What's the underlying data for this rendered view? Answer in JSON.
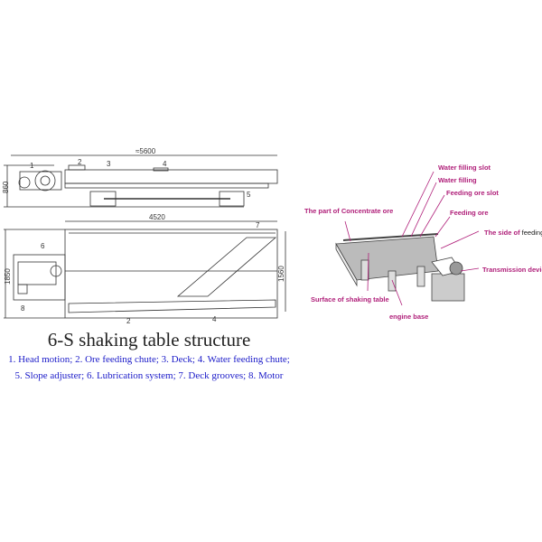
{
  "title": "6-S shaking table structure",
  "legend": {
    "line1": "1. Head motion;  2. Ore feeding chute;  3. Deck;   4. Water feeding chute;",
    "line2": "5. Slope adjuster;   6. Lubrication system;   7. Deck grooves;   8. Motor"
  },
  "drawing": {
    "dim_length": "≈5600",
    "dim_height": "860",
    "dim_deck_length": "4520",
    "dim_width": "1850",
    "dim_deck_width": "1560",
    "part_numbers": [
      "1",
      "2",
      "3",
      "4",
      "5",
      "6",
      "7",
      "8",
      "2",
      "4"
    ]
  },
  "perspective_labels": {
    "water_filling_slot": "Water filling slot",
    "water_filling": "Water filling",
    "feeding_ore_slot": "Feeding ore slot",
    "feeding_ore": "Feeding ore",
    "concentrate": "The part of Concentrate  ore",
    "side_of_feeding_a": "The side of ",
    "side_of_feeding_b": "feeding",
    "transmission": "Transmission device",
    "surface": "Surface of shaking table",
    "engine_base": "engine base"
  },
  "colors": {
    "label": "#b0207a",
    "legend": "#1a1ac8"
  }
}
